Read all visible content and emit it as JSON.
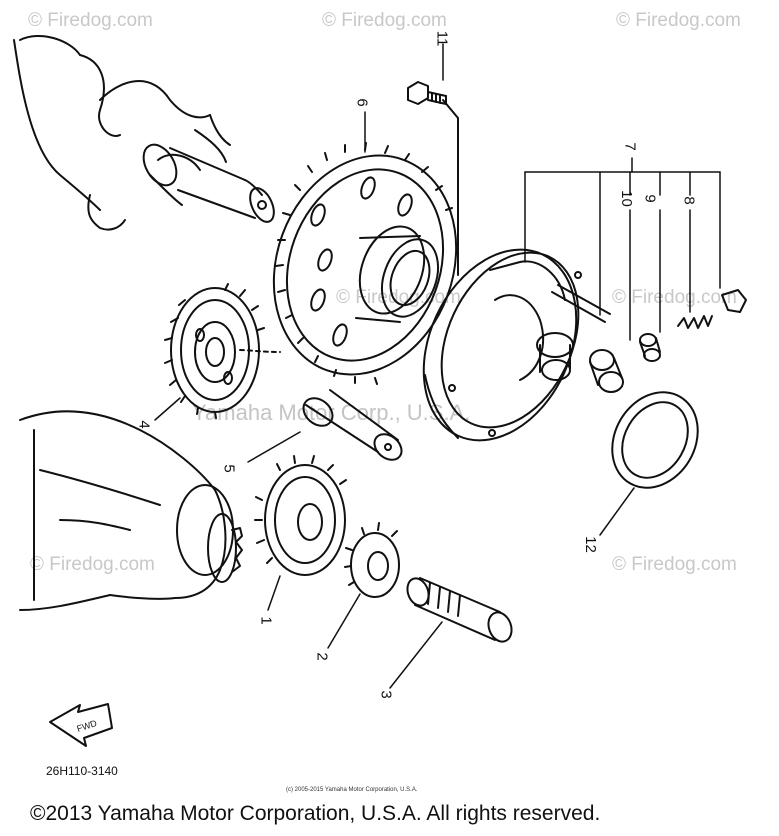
{
  "watermark": {
    "text": "© Firedog.com",
    "center_text": "Yamaha Motor Corp., U.S.A."
  },
  "callouts": {
    "c1": "1",
    "c2": "2",
    "c3": "3",
    "c4": "4",
    "c5": "5",
    "c6": "6",
    "c7": "7",
    "c8": "8",
    "c9": "9",
    "c10": "10",
    "c11": "11",
    "c12": "12"
  },
  "diagram_code": "26H110-3140",
  "fwd_label": "FWD",
  "small_copyright": "(c) 2005-2015 Yamaha Motor Corporation, U.S.A.",
  "copyright": "©2013 Yamaha Motor Corporation, U.S.A. All rights reserved.",
  "colors": {
    "line": "#111111",
    "watermark": "#c8c8c8",
    "background": "#ffffff"
  }
}
